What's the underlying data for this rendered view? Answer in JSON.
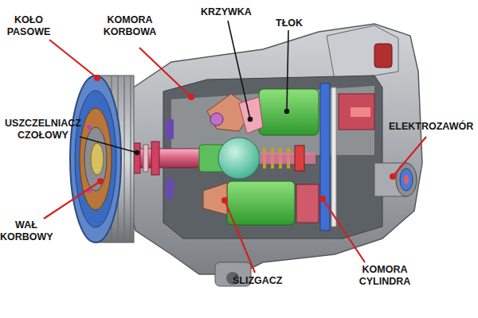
{
  "diagram": {
    "labels": [
      "KOŁO PASOWE",
      "KOMORA KORBOWA",
      "KRZYWKA",
      "TŁOK",
      "USZCZELNIACZ CZOŁOWY",
      "ELEKTROZAWÓR",
      "WAŁ KORBOWY",
      "ŚLIZGACZ",
      "KOMORA CYLINDRA"
    ]
  }
}
